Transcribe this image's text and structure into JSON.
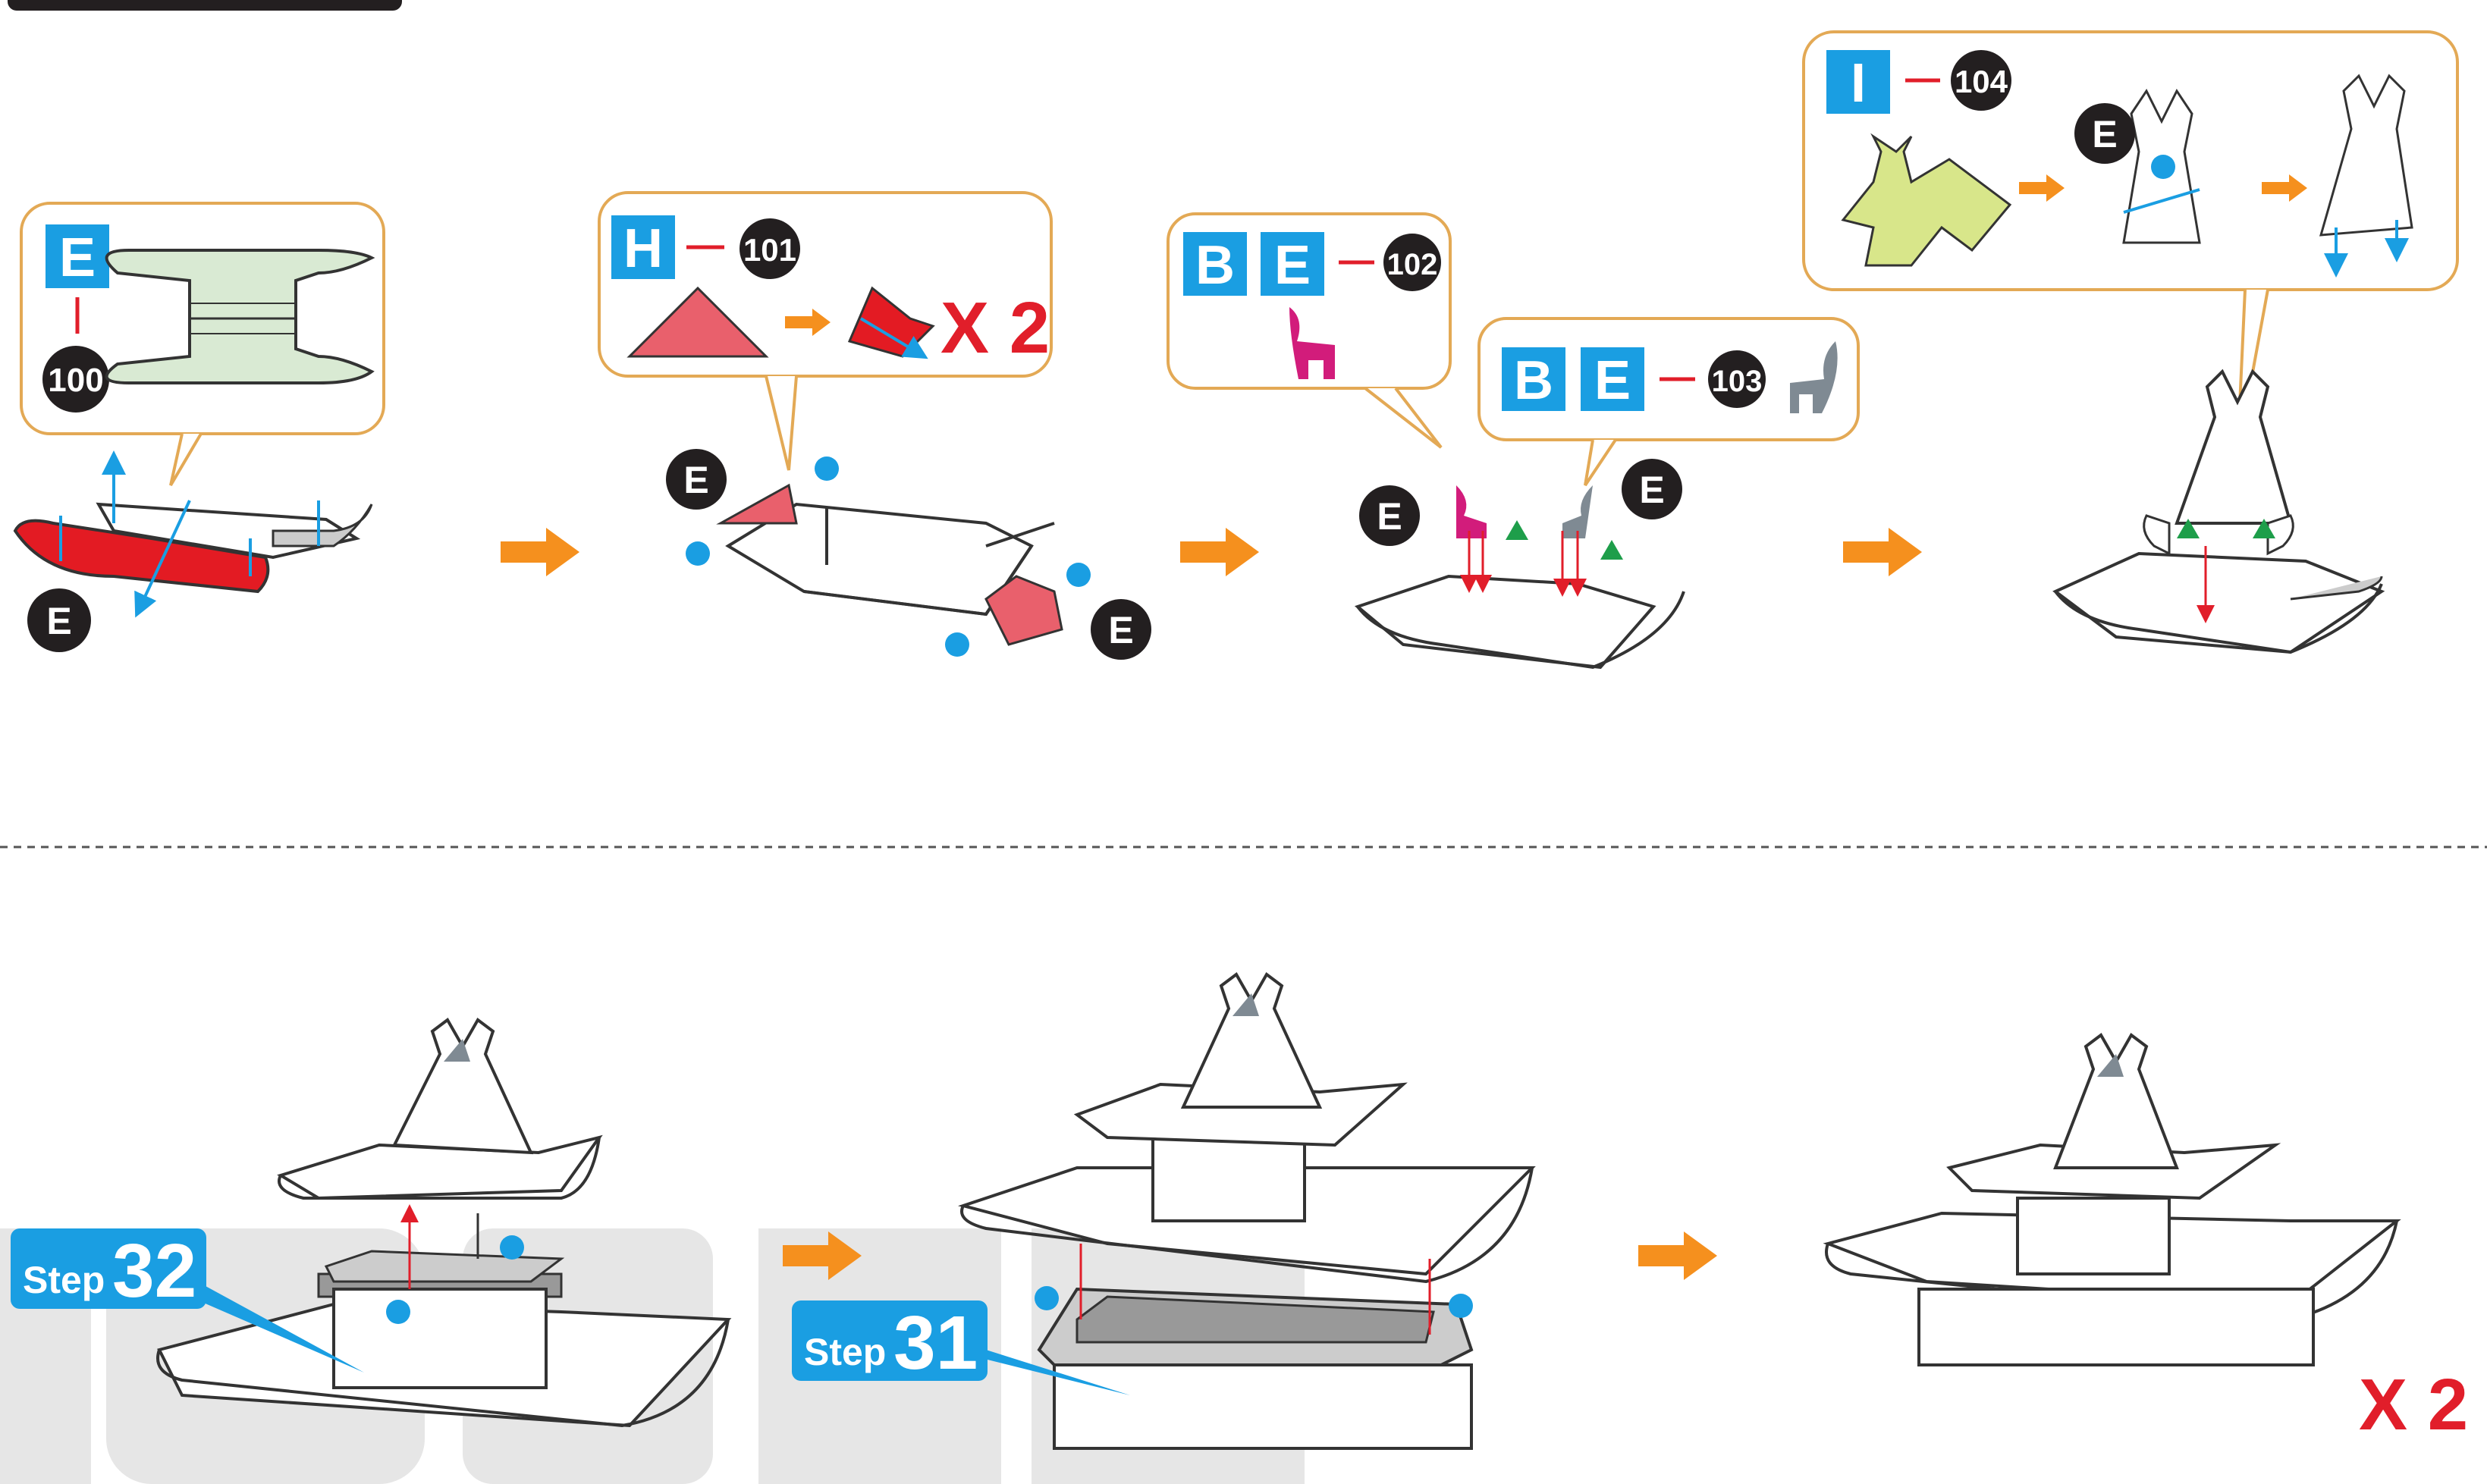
{
  "colors": {
    "accent_blue": "#1a9ee2",
    "arrow_orange": "#f5901e",
    "callout_border": "#e3a955",
    "red": "#e11e2a",
    "badge_black": "#231f20",
    "part_green": "#d9ead3",
    "part_red": "#e31b23",
    "part_pink": "#e9606c",
    "part_magenta": "#d21c7b",
    "part_grey": "#7f8a93",
    "part_yellow": "#d8e68a",
    "glue_green": "#1e9e4a",
    "watermark": "#e6e6e6"
  },
  "top_row": {
    "callout_100": {
      "part_letters": [
        "E"
      ],
      "part_number": "100"
    },
    "callout_101": {
      "part_letters": [
        "H"
      ],
      "part_number": "101",
      "multiplier": "X 2"
    },
    "callout_102": {
      "part_letters": [
        "B",
        "E"
      ],
      "part_number": "102"
    },
    "callout_103": {
      "part_letters": [
        "B",
        "E"
      ],
      "part_number": "103"
    },
    "callout_104": {
      "part_letters": [
        "I"
      ],
      "part_number": "104"
    },
    "component_badges": [
      "E",
      "E",
      "E",
      "E",
      "E",
      "E"
    ]
  },
  "bottom_row": {
    "step_a": {
      "prefix": "Step",
      "number": "32"
    },
    "step_b": {
      "prefix": "Step",
      "number": "31"
    },
    "multiplier": "X 2"
  }
}
